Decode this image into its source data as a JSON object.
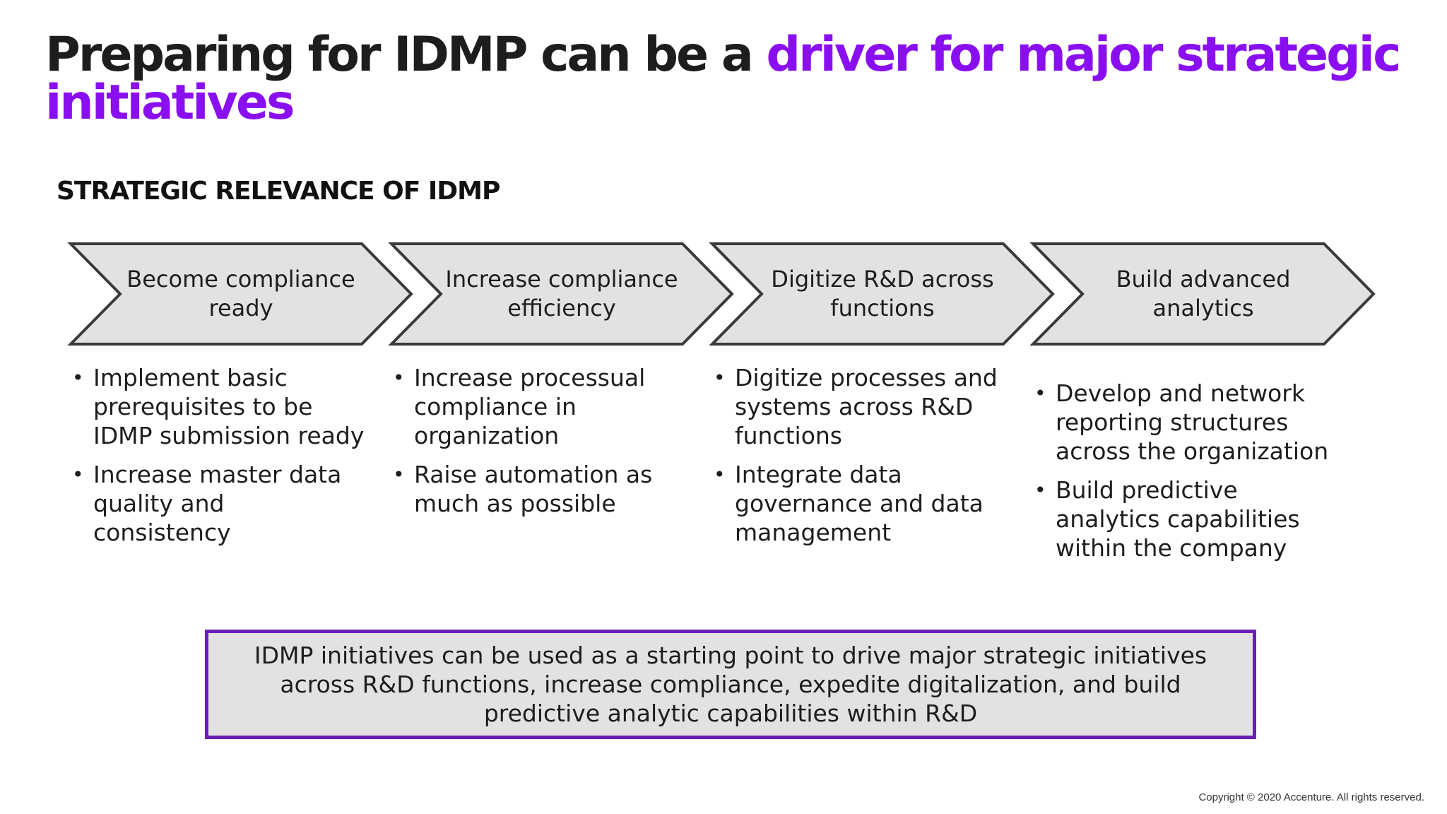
{
  "title": {
    "prefix": "Preparing for IDMP can be a ",
    "highlight": "driver for major strategic initiatives"
  },
  "subtitle": "STRATEGIC RELEVANCE OF IDMP",
  "steps": [
    {
      "label": "Become compliance ready",
      "bullets": [
        "Implement basic prerequisites to be IDMP submission ready",
        "Increase master data quality and consistency"
      ]
    },
    {
      "label": "Increase compliance efficiency",
      "bullets": [
        "Increase processual compliance in organization",
        "Raise automation as much as possible"
      ]
    },
    {
      "label": "Digitize R&D across functions",
      "bullets": [
        "Digitize processes and systems across R&D functions",
        "Integrate data governance and data management"
      ]
    },
    {
      "label": "Build advanced analytics",
      "bullets": [
        "Develop and network reporting structures across the organization",
        "Build predictive analytics capabilities within the company"
      ]
    }
  ],
  "summary": "IDMP initiatives can be used as a starting point to drive major strategic initiatives across R&D functions, increase compliance, expedite digitalization, and build predictive analytic capabilities within R&D",
  "copyright": "Copyright © 2020 Accenture. All rights reserved.",
  "colors": {
    "accent": "#8a0ff0",
    "box_border": "#6a1fb3",
    "chevron_fill": "#e2e2e2",
    "chevron_stroke": "#3a3a3a"
  }
}
